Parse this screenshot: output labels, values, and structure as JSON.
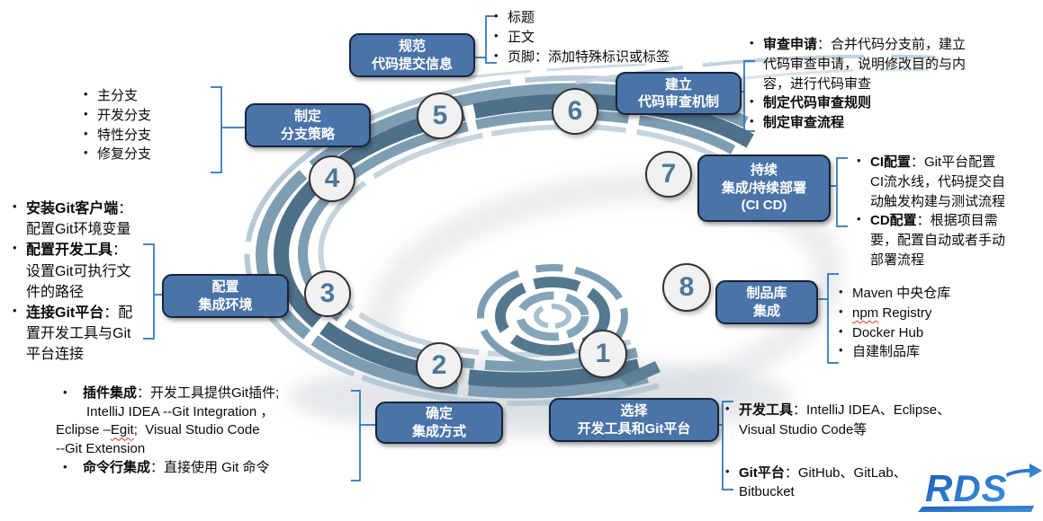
{
  "steps": [
    {
      "num": "1",
      "label": "选择\n开发工具和Git平台"
    },
    {
      "num": "2",
      "label": "确定\n集成方式"
    },
    {
      "num": "3",
      "label": "配置\n集成环境"
    },
    {
      "num": "4",
      "label": "制定\n分支策略"
    },
    {
      "num": "5",
      "label": "规范\n代码提交信息"
    },
    {
      "num": "6",
      "label": "建立\n代码审查机制"
    },
    {
      "num": "7",
      "label": "持续\n集成/持续部署\n(CI CD)"
    },
    {
      "num": "8",
      "label": "制品库\n集成"
    }
  ],
  "callouts": {
    "step1": {
      "items": [
        {
          "segs": [
            {
              "t": "开发工具",
              "b": 1
            },
            {
              "t": "：IntelliJ IDEA、Eclipse、\nVisual Studio Code等"
            }
          ]
        },
        {
          "gap": 26,
          "segs": [
            {
              "t": "Git平台",
              "b": 1
            },
            {
              "t": "：GitHub、GitLab、\nBitbucket"
            }
          ]
        }
      ]
    },
    "step2": {
      "items": [
        {
          "segs": [
            {
              "t": "插件集成",
              "b": 1
            },
            {
              "t": "：开发工具提供Git插件;"
            }
          ]
        },
        {
          "cls": "cont",
          "segs": [
            {
              "t": "IntelliJ IDEA --Git Integration ，"
            }
          ]
        },
        {
          "cls": "out",
          "segs": [
            {
              "t": "Eclipse –"
            },
            {
              "t": "Egit",
              "w": 1
            },
            {
              "t": ";  Visual Studio Code"
            }
          ]
        },
        {
          "cls": "out",
          "segs": [
            {
              "t": "--Git Extension"
            }
          ]
        },
        {
          "segs": [
            {
              "t": "命令行集成",
              "b": 1
            },
            {
              "t": "：直接使用 Git 命令"
            }
          ]
        }
      ]
    },
    "step3": {
      "items": [
        {
          "segs": [
            {
              "t": "安装Git客户端",
              "b": 1
            },
            {
              "t": "：\n配置Git环境变量"
            }
          ]
        },
        {
          "segs": [
            {
              "t": "配置开发工具",
              "b": 1
            },
            {
              "t": "：\n设置Git可执行文\n件的路径"
            }
          ]
        },
        {
          "segs": [
            {
              "t": "连接Git平台",
              "b": 1
            },
            {
              "t": "：配\n置开发工具与Git\n平台连接"
            }
          ]
        }
      ]
    },
    "step4": {
      "items": [
        {
          "segs": [
            {
              "t": "主分支"
            }
          ]
        },
        {
          "segs": [
            {
              "t": "开发分支"
            }
          ]
        },
        {
          "segs": [
            {
              "t": "特性分支"
            }
          ]
        },
        {
          "segs": [
            {
              "t": "修复分支"
            }
          ]
        }
      ]
    },
    "step5": {
      "items": [
        {
          "segs": [
            {
              "t": "标题"
            }
          ]
        },
        {
          "segs": [
            {
              "t": "正文"
            }
          ]
        },
        {
          "segs": [
            {
              "t": "页脚：添加特殊标识或标签"
            }
          ]
        }
      ]
    },
    "step6": {
      "items": [
        {
          "segs": [
            {
              "t": "审查申请",
              "b": 1
            },
            {
              "t": "：合并代码分支前，建立\n代码审查申请，说明修改目的与内\n容，进行代码审查"
            }
          ]
        },
        {
          "segs": [
            {
              "t": "制定代码审查规则",
              "b": 1
            }
          ]
        },
        {
          "segs": [
            {
              "t": "制定审查流程",
              "b": 1
            }
          ]
        }
      ]
    },
    "step7": {
      "items": [
        {
          "segs": [
            {
              "t": "CI配置",
              "b": 1
            },
            {
              "t": "：Git平台配置\nCI流水线，代码提交自\n动触发构建与测试流程"
            }
          ]
        },
        {
          "segs": [
            {
              "t": "CD配置",
              "b": 1
            },
            {
              "t": "：根据项目需\n要，配置自动或者手动\n部署流程"
            }
          ]
        }
      ]
    },
    "step8": {
      "items": [
        {
          "segs": [
            {
              "t": "Maven 中央仓库"
            }
          ]
        },
        {
          "segs": [
            {
              "t": "npm",
              "w": 1
            },
            {
              "t": " Registry"
            }
          ]
        },
        {
          "segs": [
            {
              "t": "Docker Hub"
            }
          ]
        },
        {
          "segs": [
            {
              "t": "自建制品库"
            }
          ]
        }
      ]
    }
  },
  "logo": {
    "text": "RDS"
  },
  "colors": {
    "box": "#4a73a8",
    "boxBorder": "#16243c",
    "number": "#4e7896",
    "bracket": "#2e74b5",
    "wavy": "#e0342b",
    "spiralDark": "#4e7089",
    "spiralMid": "#7d9db2",
    "spiralLight": "#b7c9d5",
    "spiralPale": "#c6d4dd",
    "logoBlueDark": "#1d5cb8",
    "logoBlueLight": "#3f97e0"
  }
}
